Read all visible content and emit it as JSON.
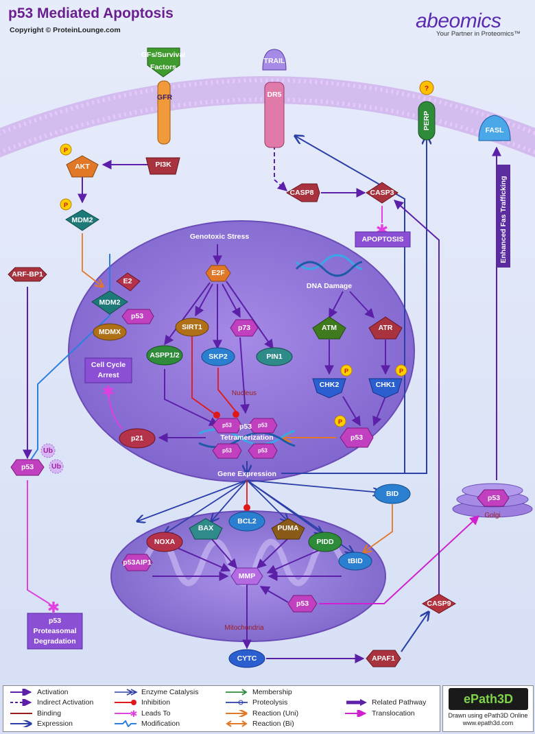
{
  "header": {
    "title": "p53 Mediated Apoptosis",
    "copyright": "Copyright © ProteinLounge.com",
    "brand": "abeomics",
    "tagline": "Your Partner in Proteomics™"
  },
  "nodes": {
    "gfs": "GFs/Survival Factors",
    "gfs_a": "GFs/Survival",
    "gfs_b": "Factors",
    "gfr": "GFR",
    "trail": "TRAIL",
    "dr5": "DR5",
    "perp": "PERP",
    "fasl": "FASL",
    "pi3k": "PI3K",
    "akt": "AKT",
    "mdm2_top": "MDM2",
    "casp8": "CASP8",
    "casp3": "CASP3",
    "apoptosis": "APOPTOSIS",
    "arf_bp1": "ARF-BP1",
    "genotoxic": "Genotoxic Stress",
    "e2f": "E2F",
    "dna_damage": "DNA Damage",
    "e2": "E2",
    "mdm2_nuc": "MDM2",
    "p53_nuc_a": "p53",
    "mdmx": "MDMX",
    "sirt1": "SIRT1",
    "p73": "p73",
    "aspp": "ASPP1/2",
    "skp2": "SKP2",
    "pin1": "PIN1",
    "atm": "ATM",
    "atr": "ATR",
    "chk2": "CHK2",
    "chk1": "CHK1",
    "cell_cycle_a": "Cell Cycle",
    "cell_cycle_b": "Arrest",
    "p21": "p21",
    "p53_tet": "p53",
    "tetramerization": "Tetramerization",
    "p53_small": "p53",
    "p53_right": "p53",
    "nucleus": "Nucleus",
    "gene_expression": "Gene Expression",
    "p53_ub": "p53",
    "ub": "Ub",
    "degradation_a": "p53",
    "degradation_b": "Proteasomal",
    "degradation_c": "Degradation",
    "enhanced": "Enhanced Fas Trafficking",
    "bid": "BID",
    "p53_golgi": "p53",
    "golgi": "Golgi",
    "bax": "BAX",
    "bcl2": "BCL2",
    "puma": "PUMA",
    "noxa": "NOXA",
    "pidd": "PIDD",
    "p53aip1": "p53AIP1",
    "tbid": "tBID",
    "mmp": "MMP",
    "p53_mito": "p53",
    "mitochondria": "Mitochondria",
    "cytc": "CYTC",
    "apaf1": "APAF1",
    "casp9": "CASP9",
    "p_mark": "P",
    "q_mark": "?"
  },
  "legend": {
    "activation": "Activation",
    "indirect": "Indirect Activation",
    "binding": "Binding",
    "expression": "Expression",
    "enzyme": "Enzyme Catalysis",
    "inhibition": "Inhibition",
    "leads_to": "Leads To",
    "modification": "Modification",
    "membership": "Membership",
    "proteolysis": "Proteolysis",
    "reaction_uni": "Reaction (Uni)",
    "reaction_bi": "Reaction (Bi)",
    "related": "Related Pathway",
    "translocation": "Translocation"
  },
  "epath": {
    "logo": "ePath3D",
    "sub_a": "Drawn using ePath3D Online",
    "sub_b": "www.epath3d.com"
  },
  "colors": {
    "activation": "#5b1fa8",
    "inhibition": "#e01818",
    "expression": "#2b3fa8",
    "reaction": "#e07828",
    "leads_to": "#e040e0",
    "membrane": "#d6a8f0"
  }
}
